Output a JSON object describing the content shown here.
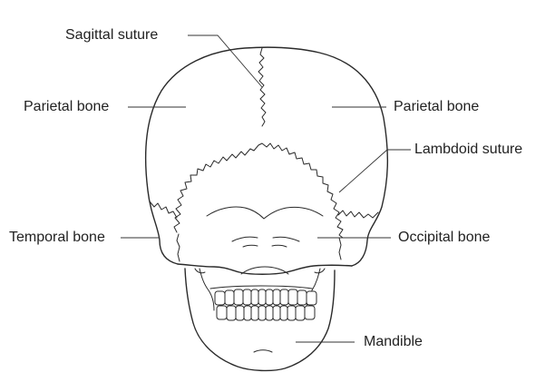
{
  "labels": {
    "sagittal_suture": "Sagittal suture",
    "parietal_left": "Parietal bone",
    "parietal_right": "Parietal bone",
    "lambdoid_suture": "Lambdoid suture",
    "temporal_bone": "Temporal bone",
    "occipital_bone": "Occipital bone",
    "mandible": "Mandible"
  }
}
